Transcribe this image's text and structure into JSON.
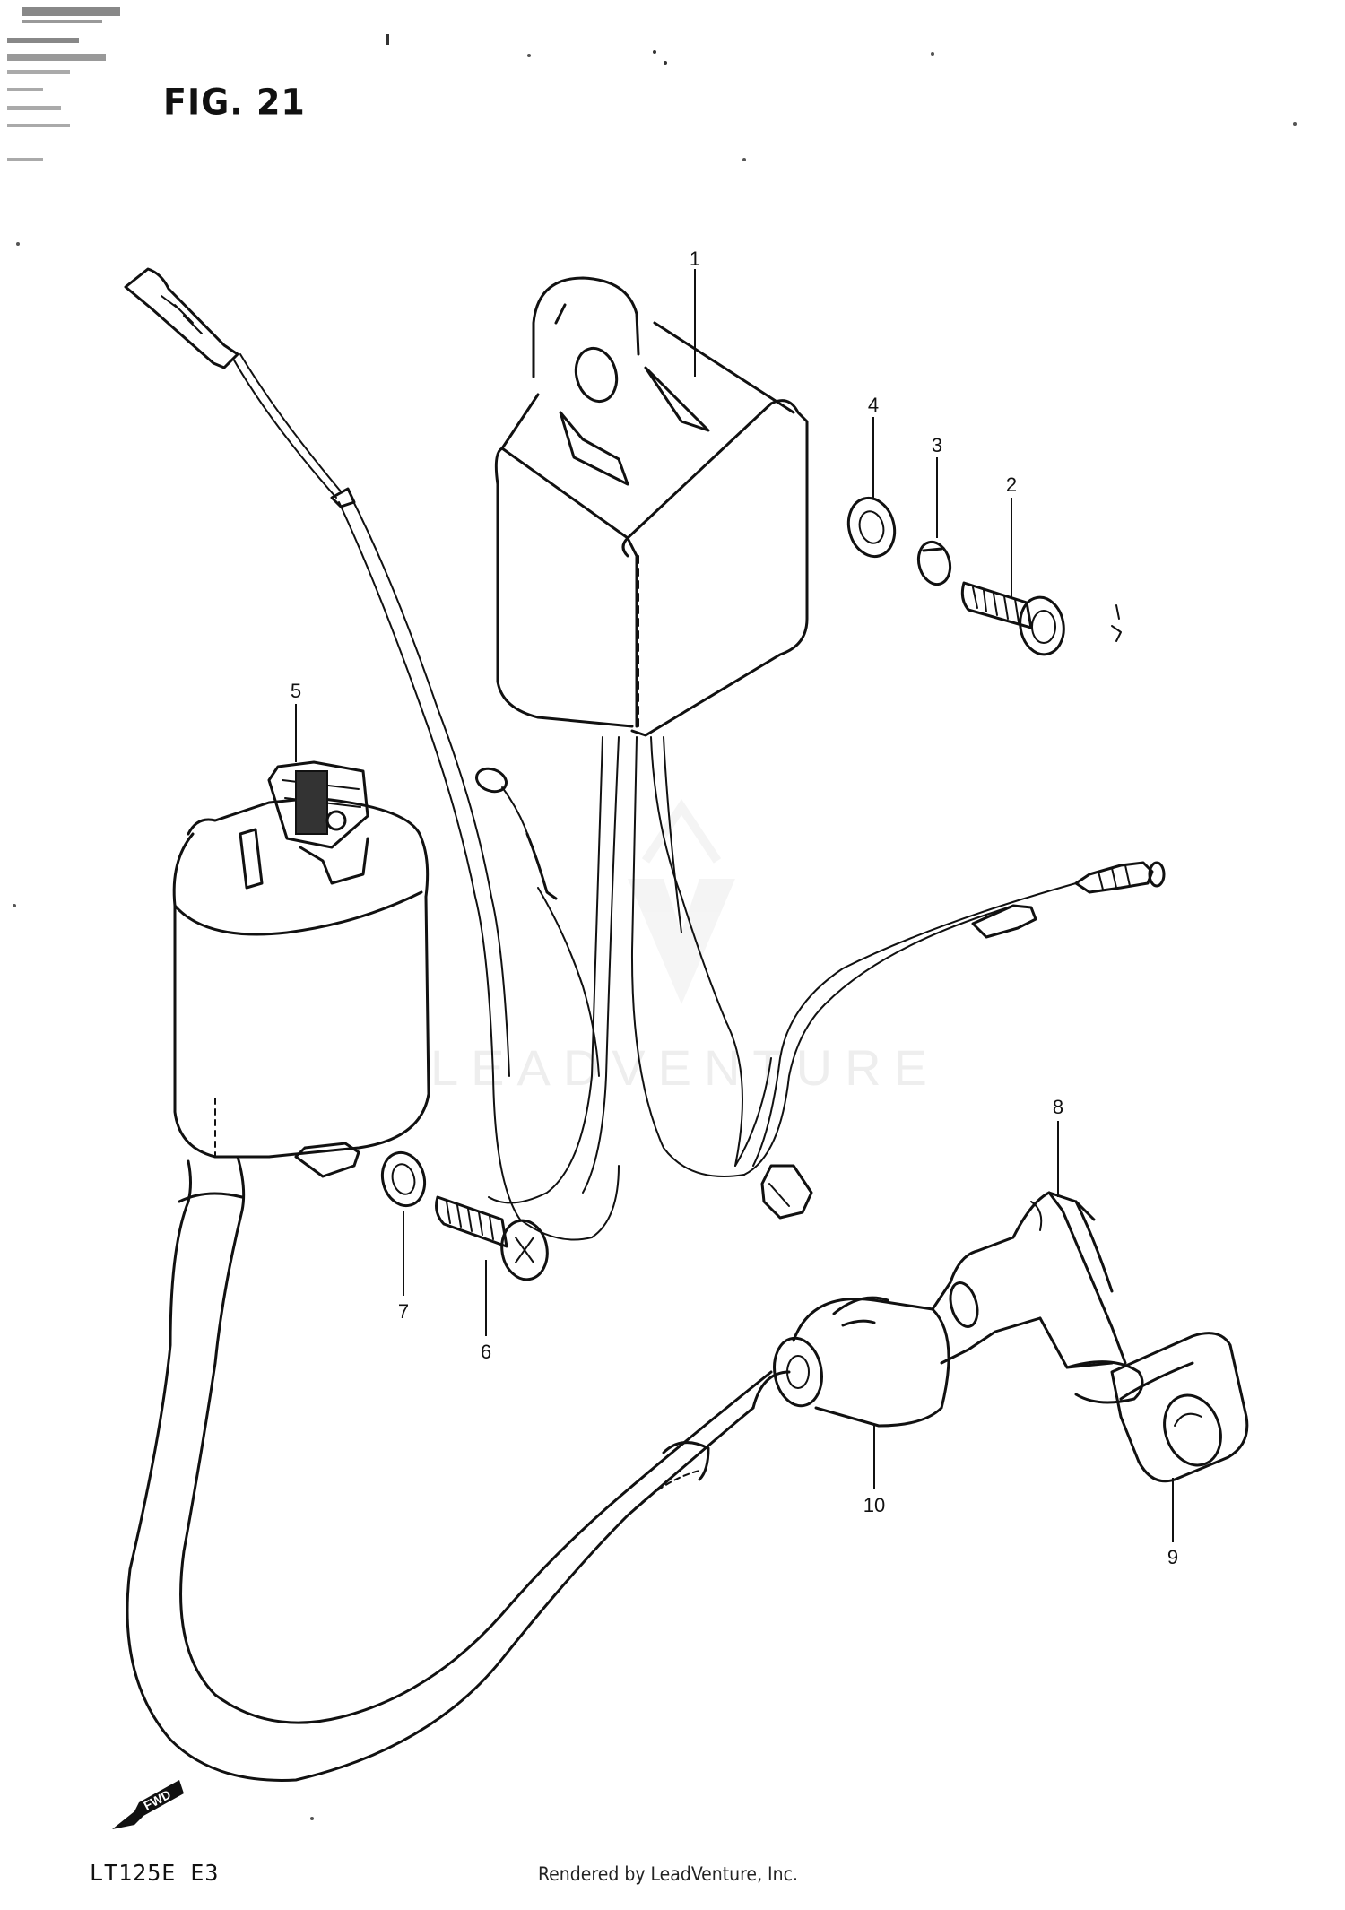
{
  "figure": {
    "title": "FIG. 21",
    "model_code": "LT125E E3",
    "credit": "Rendered by LeadVenture, Inc.",
    "watermark": "LEADVENTURE",
    "direction_label": "FWD"
  },
  "callouts": [
    {
      "id": "1",
      "label": "1"
    },
    {
      "id": "2",
      "label": "2"
    },
    {
      "id": "3",
      "label": "3"
    },
    {
      "id": "4",
      "label": "4"
    },
    {
      "id": "5",
      "label": "5"
    },
    {
      "id": "6",
      "label": "6"
    },
    {
      "id": "7",
      "label": "7"
    },
    {
      "id": "8",
      "label": "8"
    },
    {
      "id": "9",
      "label": "9"
    },
    {
      "id": "10",
      "label": "10"
    }
  ],
  "colors": {
    "ink": "#111111",
    "paper": "#ffffff",
    "watermark": "#eeeeee"
  }
}
